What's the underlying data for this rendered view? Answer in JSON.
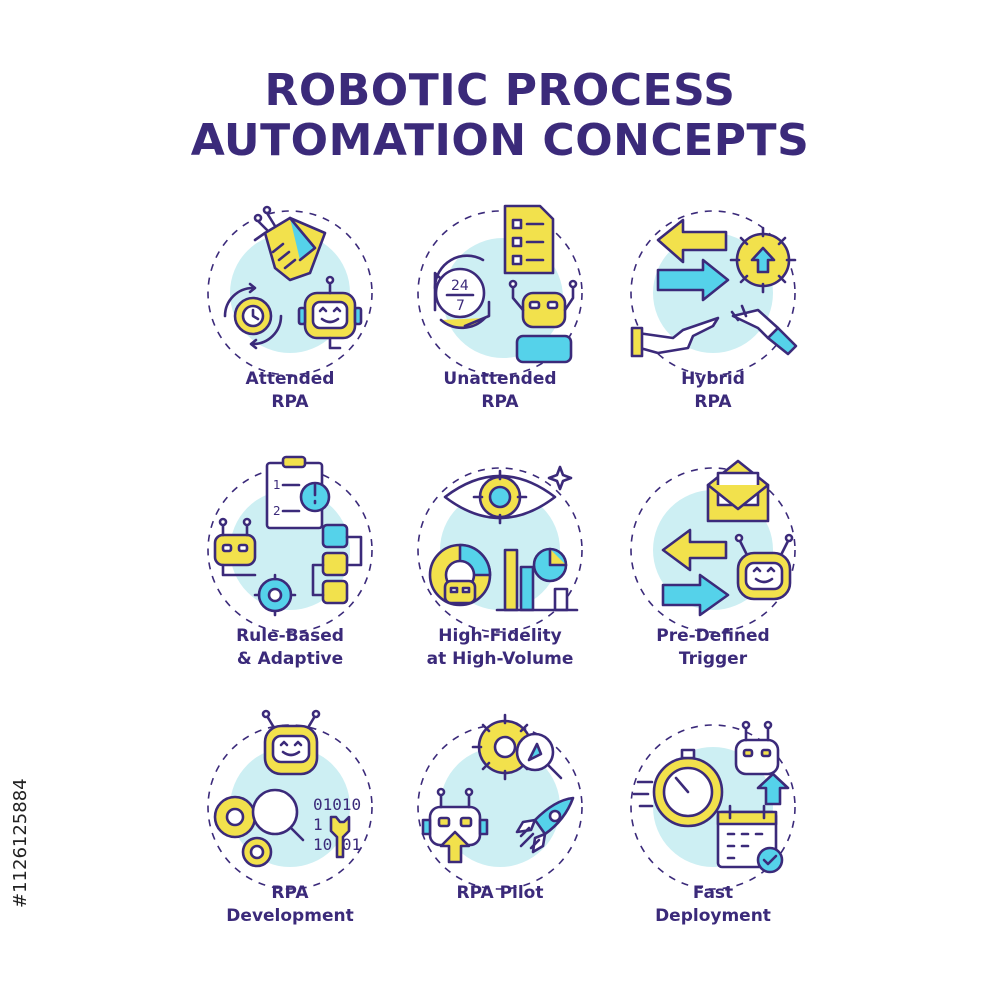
{
  "title": {
    "line1": "ROBOTIC PROCESS",
    "line2": "AUTOMATION CONCEPTS"
  },
  "side_id": "#1126125884",
  "colors": {
    "primary": "#3b2a7a",
    "accent_yellow": "#f2e14c",
    "accent_cyan": "#55d2ea",
    "circle_fill": "#cdeff3"
  },
  "concepts": [
    {
      "line1": "Attended",
      "line2": "RPA",
      "icon": "handshake-robot-icon"
    },
    {
      "line1": "Unattended",
      "line2": "RPA",
      "icon": "clock-24-7-robot-icon"
    },
    {
      "line1": "Hybrid",
      "line2": "RPA",
      "icon": "hand-robot-arrows-icon"
    },
    {
      "line1": "Rule-Based",
      "line2": "& Adaptive",
      "icon": "checklist-flow-robot-icon"
    },
    {
      "line1": "High-Fidelity",
      "line2": "at High-Volume",
      "icon": "eye-charts-robot-icon"
    },
    {
      "line1": "Pre-Defined",
      "line2": "Trigger",
      "icon": "envelope-arrows-robot-icon"
    },
    {
      "line1": "RPA",
      "line2": "Development",
      "icon": "robot-code-gear-icon"
    },
    {
      "line1": "RPA Pilot",
      "line2": "",
      "icon": "robot-rocket-gear-icon"
    },
    {
      "line1": "Fast",
      "line2": "Deployment",
      "icon": "stopwatch-calendar-robot-icon"
    }
  ]
}
